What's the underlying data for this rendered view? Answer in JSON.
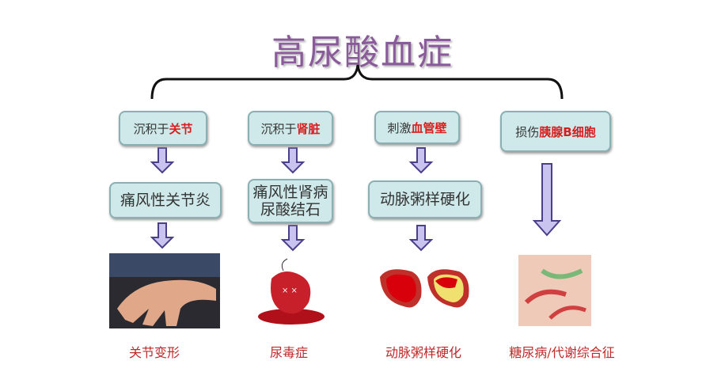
{
  "title": "高尿酸血症",
  "columns": [
    {
      "cause_prefix": "沉积于",
      "cause_highlight": "关节",
      "disease": "痛风性关节炎",
      "caption": "关节变形"
    },
    {
      "cause_prefix": "沉积于",
      "cause_highlight": "肾脏",
      "disease": "痛风性肾病\n尿酸结石",
      "disease_line1": "痛风性肾病",
      "disease_line2": "尿酸结石",
      "caption": "尿毒症"
    },
    {
      "cause_prefix": "刺激",
      "cause_highlight": "血管壁",
      "disease": "动脉粥样硬化",
      "caption": "动脉粥样硬化"
    },
    {
      "cause_prefix": "损伤",
      "cause_highlight": "胰腺B细胞",
      "caption": "糖尿病/代谢综合征"
    }
  ],
  "colors": {
    "title": "#8a5a9a",
    "box": "#cfe9ea",
    "highlight": "#d81e1e",
    "arrow": "#c9c3ef",
    "caption": "#c0282a"
  }
}
